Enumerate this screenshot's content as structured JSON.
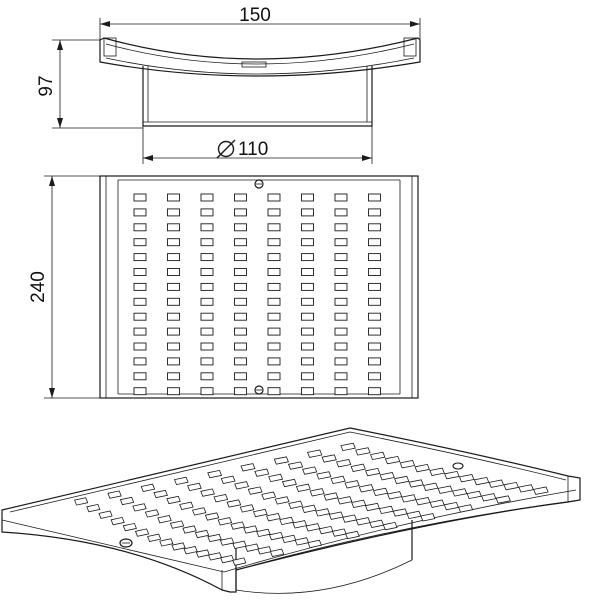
{
  "dimensions": {
    "width": "150",
    "height": "97",
    "diameter": "110",
    "length": "240"
  },
  "grate": {
    "columns": 8,
    "rows": 14
  },
  "colors": {
    "line": "#1a1a1a",
    "background": "#ffffff"
  }
}
